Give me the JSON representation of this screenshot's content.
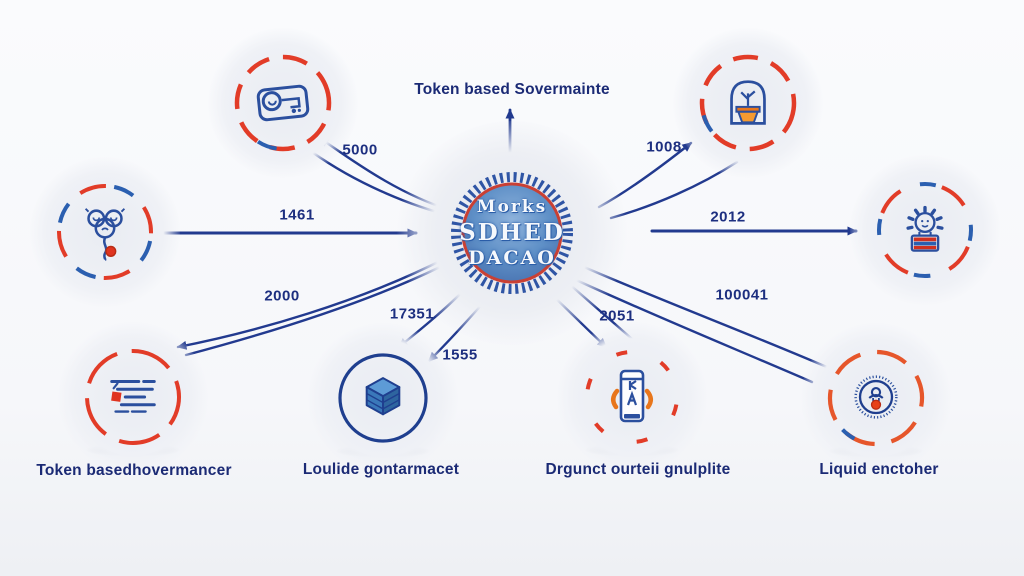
{
  "title": "Token based Sovermainte",
  "hub": {
    "line1": "Morks",
    "line2": "SDHED",
    "line3": "DACAO"
  },
  "nodes": {
    "card": {
      "icon": "credit-card-icon"
    },
    "sprout": {
      "icon": "plant-pot-icon"
    },
    "flower": {
      "icon": "flower-icon"
    },
    "gear": {
      "icon": "gear-machine-icon"
    },
    "doc": {
      "icon": "document-lines-icon",
      "label": "Token basedhovermancer"
    },
    "cube": {
      "icon": "cube-icon",
      "label": "Loulide gontarmacet"
    },
    "phone": {
      "icon": "smartphone-icon",
      "label": "Drgunct ourteii gnulplite"
    },
    "coin": {
      "icon": "liquid-token-icon",
      "label": "Liquid enctoher"
    }
  },
  "edges": {
    "card": "5000",
    "flower": "1461",
    "doc": "2000",
    "cube_a": "17351",
    "cube_b": "1555",
    "phone": "2051",
    "sprout": "1008",
    "gear": "2012",
    "coin": "100041"
  },
  "colors": {
    "arrow": "#223a8f",
    "label_text": "#1b2a75",
    "ring_red": "#e23c28",
    "ring_blue": "#2b5fb0",
    "ring_orange": "#e6562b",
    "hub_ring_red": "#c94034",
    "hub_fill_blue": "#5b8cc4",
    "icon_stroke_blue": "#2b4f9e",
    "accent_orange": "#f0841c",
    "accent_red": "#e03420"
  }
}
